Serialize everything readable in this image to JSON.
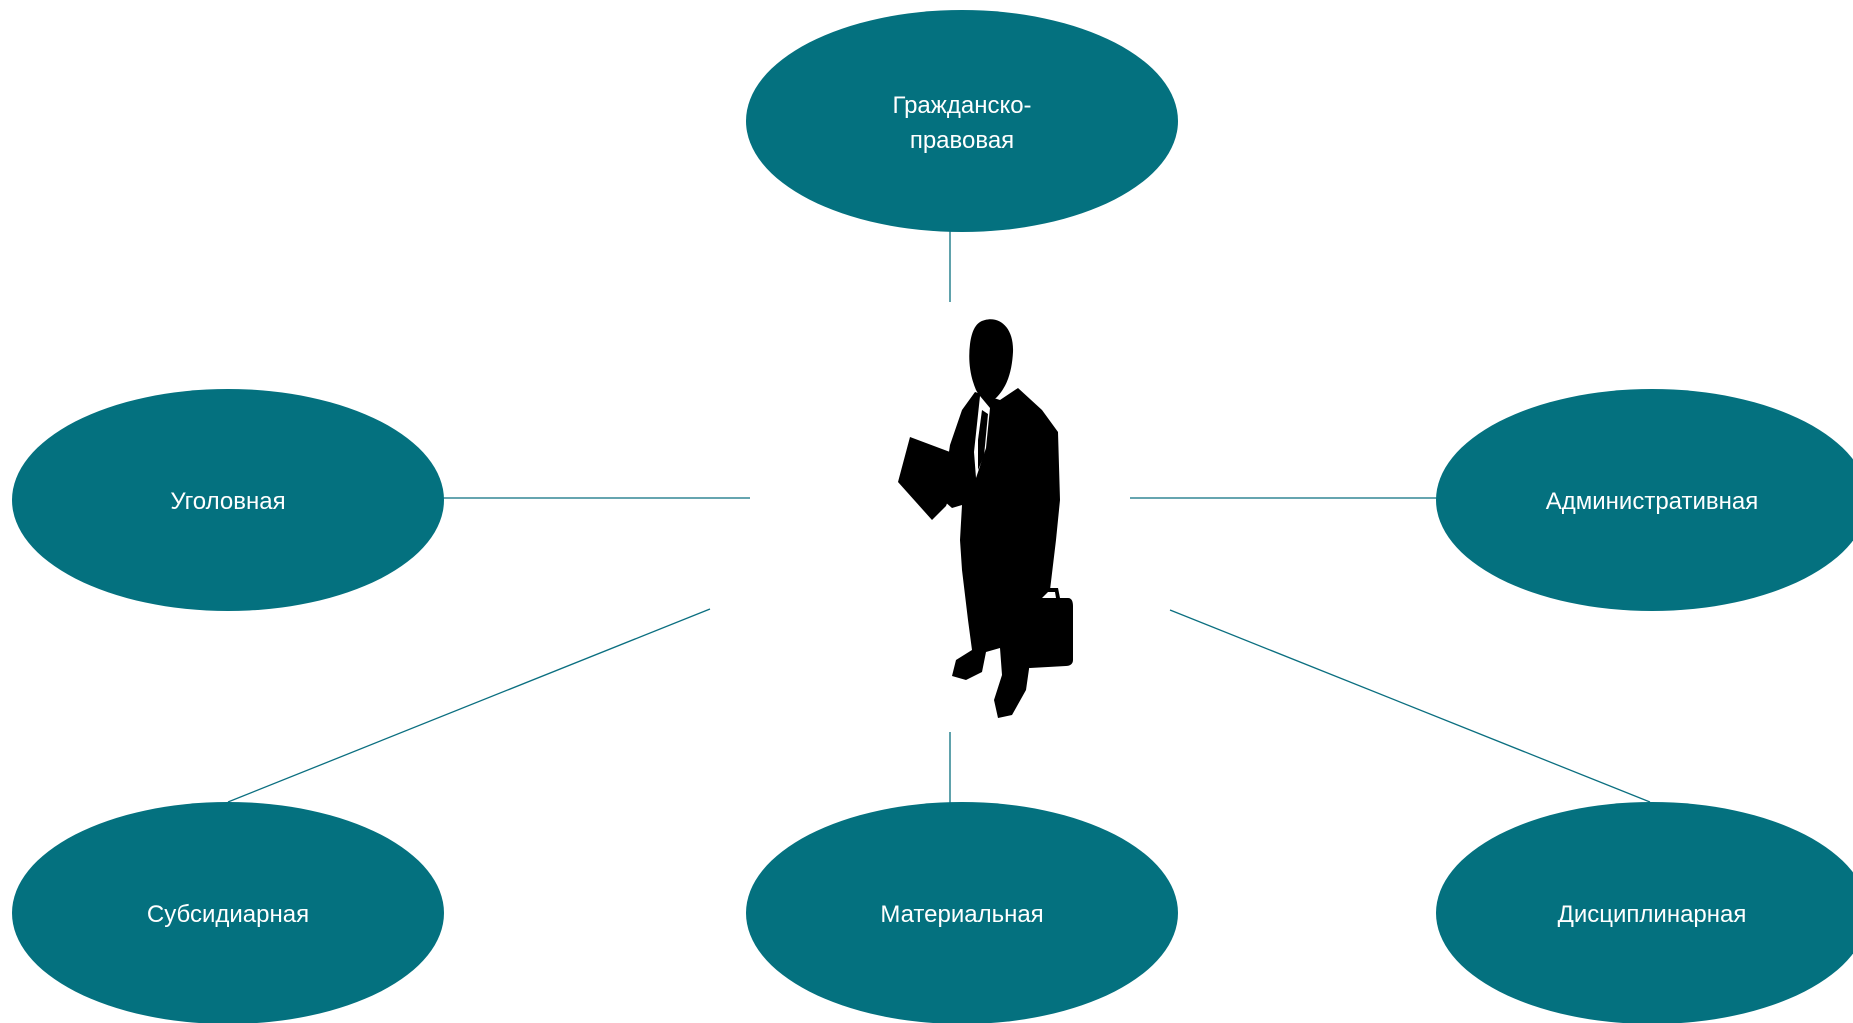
{
  "diagram": {
    "colors": {
      "node_fill": "#04717f",
      "connector": "#0b6f80",
      "label_text": "#ffffff",
      "silhouette": "#000000"
    },
    "center_icon": "businessman-silhouette-icon",
    "nodes": {
      "civil": {
        "line1": "Гражданско-",
        "line2": "правовая"
      },
      "criminal": {
        "label": "Уголовная"
      },
      "administrative": {
        "label": "Административная"
      },
      "subsidiary": {
        "label": "Субсидиарная"
      },
      "material": {
        "label": "Материальная"
      },
      "disciplinary": {
        "label": "Дисциплинарная"
      }
    }
  }
}
